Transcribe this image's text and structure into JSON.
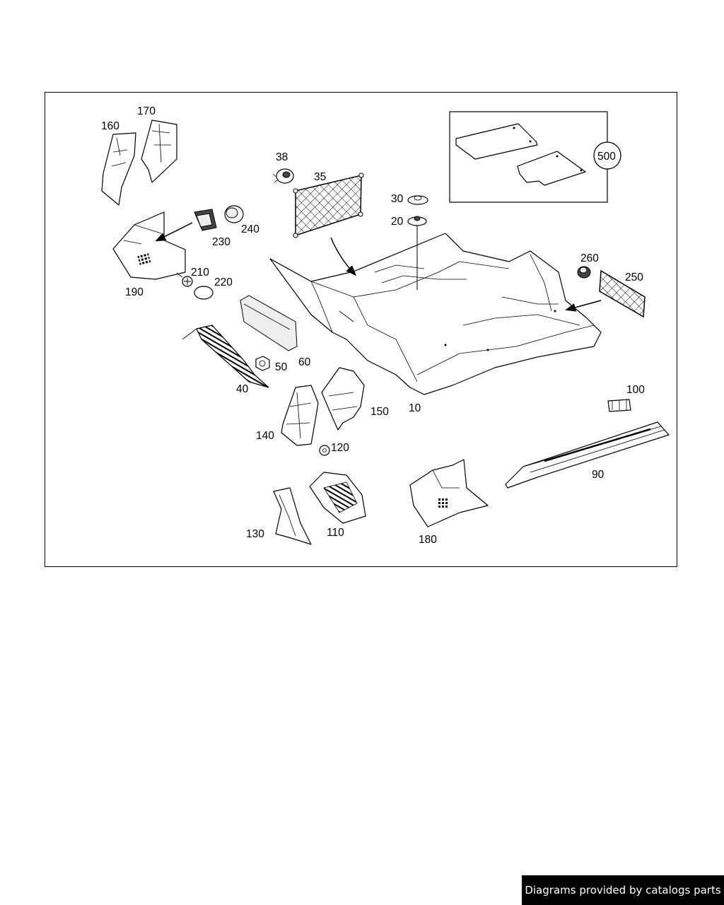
{
  "diagram": {
    "labels": {
      "p10": "10",
      "p20": "20",
      "p30": "30",
      "p35": "35",
      "p38": "38",
      "p40": "40",
      "p50": "50",
      "p60": "60",
      "p90": "90",
      "p100": "100",
      "p110": "110",
      "p120": "120",
      "p130": "130",
      "p140": "140",
      "p150": "150",
      "p160": "160",
      "p170": "170",
      "p180": "180",
      "p190": "190",
      "p210": "210",
      "p220": "220",
      "p230": "230",
      "p240": "240",
      "p250": "250",
      "p260": "260",
      "p500": "500"
    }
  },
  "footer": {
    "text": "Diagrams provided by catalogs parts"
  }
}
